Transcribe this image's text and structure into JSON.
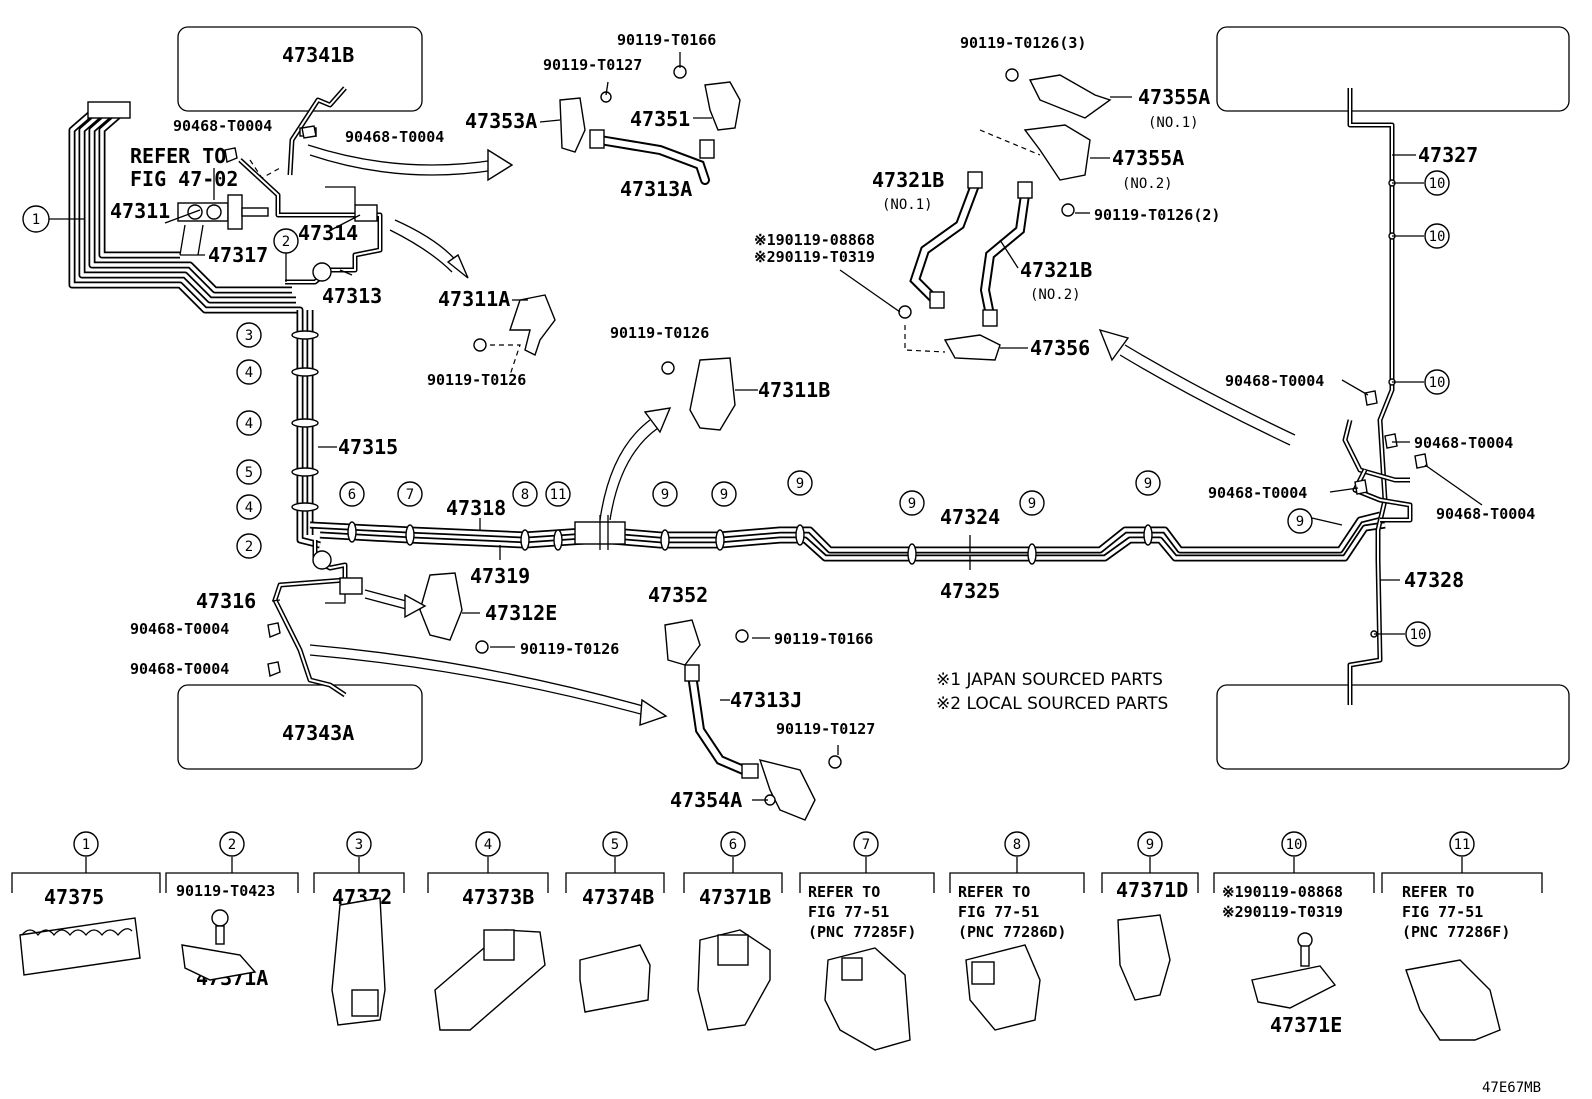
{
  "callouts": {
    "p47341B": "47341B",
    "p90468_T0004_a": "90468-T0004",
    "p90468_T0004_b": "90468-T0004",
    "refer_fig_line1": "REFER TO",
    "refer_fig_line2": "FIG 47-02",
    "p47311": "47311",
    "p47317": "47317",
    "p47314": "47314",
    "p47313": "47313",
    "p90119_T0127_a": "90119-T0127",
    "p90119_T0166_a": "90119-T0166",
    "p47353A": "47353A",
    "p47351": "47351",
    "p47313A": "47313A",
    "p47311A": "47311A",
    "p90119_T0126_a": "90119-T0126",
    "p90119_T0126_b": "90119-T0126",
    "p47311B": "47311B",
    "p47315": "47315",
    "p47318": "47318",
    "p47319": "47319",
    "p47324": "47324",
    "p47325": "47325",
    "p47316": "47316",
    "p90468_T0004_c": "90468-T0004",
    "p90468_T0004_d": "90468-T0004",
    "p47312E": "47312E",
    "p90119_T0126_c": "90119-T0126",
    "p47343A": "47343A",
    "p47352": "47352",
    "p90119_T0166_b": "90119-T0166",
    "p47313J": "47313J",
    "p90119_T0127_b": "90119-T0127",
    "p47354A": "47354A",
    "p90119_T0126_3": "90119-T0126(3)",
    "p47355A_1": "47355A",
    "no1_a": "(NO.1)",
    "p47355A_2": "47355A",
    "no2_a": "(NO.2)",
    "p90119_T0126_2": "90119-T0126(2)",
    "p47321B_1": "47321B",
    "no1_b": "(NO.1)",
    "ref1_08868": "※190119-08868",
    "ref2_T0319": "※290119-T0319",
    "p47321B_2": "47321B",
    "no2_b": "(NO.2)",
    "p47356": "47356",
    "p47327": "47327",
    "p90468_T0004_e": "90468-T0004",
    "p90468_T0004_f": "90468-T0004",
    "p90468_T0004_g": "90468-T0004",
    "p90468_T0004_h": "90468-T0004",
    "p47328": "47328"
  },
  "notes": {
    "japan": "※1 JAPAN SOURCED PARTS",
    "local": "※2 LOCAL SOURCED PARTS"
  },
  "clamp_markers": [
    "1",
    "2",
    "3",
    "4",
    "5",
    "6",
    "7",
    "8",
    "9",
    "10",
    "11"
  ],
  "legend": [
    {
      "num": "1",
      "lines": [
        "47375"
      ]
    },
    {
      "num": "2",
      "lines": [
        "90119-T0423",
        "47371A"
      ]
    },
    {
      "num": "3",
      "lines": [
        "47372"
      ]
    },
    {
      "num": "4",
      "lines": [
        "47373B"
      ]
    },
    {
      "num": "5",
      "lines": [
        "47374B"
      ]
    },
    {
      "num": "6",
      "lines": [
        "47371B"
      ]
    },
    {
      "num": "7",
      "lines": [
        "REFER TO",
        "FIG 77-51",
        "(PNC 77285F)"
      ]
    },
    {
      "num": "8",
      "lines": [
        "REFER TO",
        "FIG 77-51",
        "(PNC 77286D)"
      ]
    },
    {
      "num": "9",
      "lines": [
        "47371D"
      ]
    },
    {
      "num": "10",
      "lines": [
        "※190119-08868",
        "※290119-T0319",
        "47371E"
      ]
    },
    {
      "num": "11",
      "lines": [
        "REFER TO",
        "FIG 77-51",
        "(PNC 77286F)"
      ]
    }
  ],
  "figure_code": "47E67MB"
}
